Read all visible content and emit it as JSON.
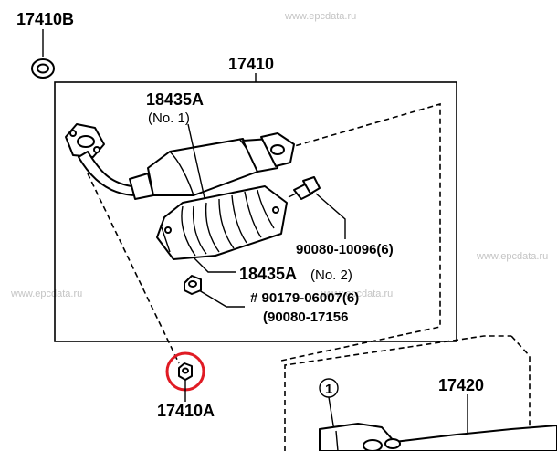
{
  "watermarks": [
    "www.epcdata.ru",
    "www.epcdata.ru",
    "www.epcdata.ru",
    "www.epcdata.ru"
  ],
  "labels": {
    "gasket_top": "17410B",
    "assembly": "17410",
    "converter_no1": "18435A",
    "converter_no1_sub": "(No. 1)",
    "bolt": "90080-10096(6)",
    "converter_no2": "18435A",
    "converter_no2_sub": "(No. 2)",
    "nut_line1": "# 90179-06007(6)",
    "nut_line2": "(90080-17156",
    "nut_bottom": "17410A",
    "pipe": "17420",
    "callout_num": "1"
  },
  "highlight_color": "#e01b24"
}
